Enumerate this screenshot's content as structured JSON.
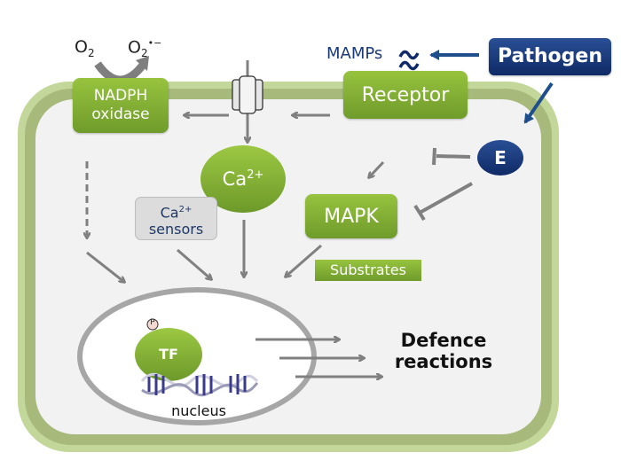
{
  "diagram": {
    "type": "plant immune signaling pathway",
    "extracellular": {
      "o2_left": "O",
      "o2_left_sub": "2",
      "o2_right": "O",
      "o2_right_sub": "2",
      "o2_right_sup": "•−",
      "mamps": "MAMPs",
      "pathogen": "Pathogen"
    },
    "membrane": {
      "nadph_line1": "NADPH",
      "nadph_line2": "oxidase",
      "receptor": "Receptor"
    },
    "cytoplasm": {
      "calcium": "Ca",
      "calcium_sup": "2+",
      "sensors_line1": "Ca",
      "sensors_sup": "2+",
      "sensors_line2": "sensors",
      "mapk": "MAPK",
      "substrates": "Substrates",
      "effector": "E"
    },
    "nucleus": {
      "label": "nucleus",
      "tf": "TF",
      "phospho": "P"
    },
    "output": {
      "line1": "Defence",
      "line2": "reactions"
    },
    "colors": {
      "cell_wall_outer": "#c3d79b",
      "cell_wall_inner": "#a5b97a",
      "cytoplasm": "#f2f2f2",
      "green_node": "#8ab83a",
      "navy": "#1b3a78",
      "arrow_gray": "#808080"
    }
  }
}
